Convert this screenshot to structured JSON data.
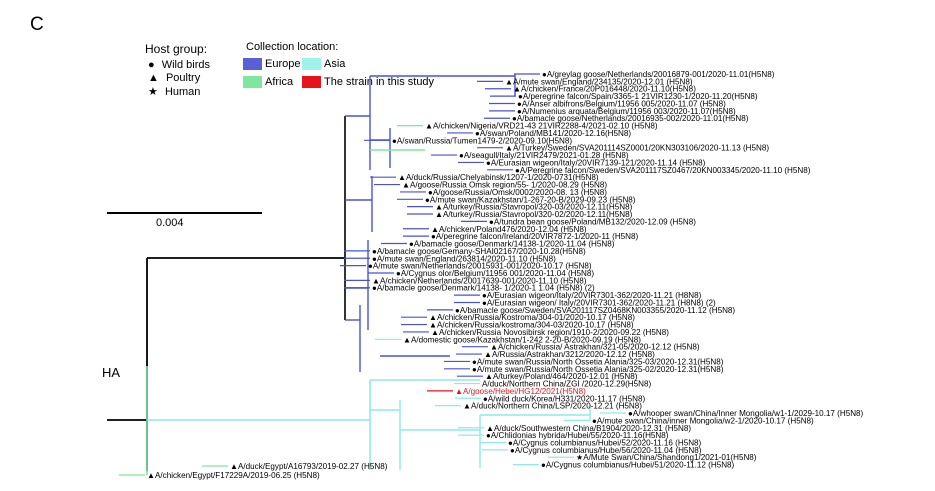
{
  "panel_letter": "C",
  "gene_label": "HA",
  "scale_bar": {
    "label": "0.004"
  },
  "legend": {
    "host_title": "Host group:",
    "hosts": [
      {
        "symbol": "●",
        "label": "Wild birds"
      },
      {
        "symbol": "▲",
        "label": "Poultry"
      },
      {
        "symbol": "★",
        "label": "Human"
      }
    ],
    "location_title": "Collection location:",
    "locations": [
      {
        "label": "Europe",
        "color": "#5a5fd8"
      },
      {
        "label": "Asia",
        "color": "#9ff2ec"
      },
      {
        "label": "Africa",
        "color": "#7fe59f"
      },
      {
        "label": "The strain in this study",
        "color": "#e8141c"
      }
    ]
  },
  "colors": {
    "europe": "#4a52d4",
    "asia": "#8fe9e4",
    "africa": "#7fe59f",
    "study": "#e8141c",
    "root": "#000000"
  },
  "leaves": [
    {
      "symbol": "●",
      "label": "A/greylag goose/Netherlands/20016879-001/2020-11.01(H5N8)",
      "clade": "europe"
    },
    {
      "symbol": "▲",
      "label": "A/mute swan/England/234135/2020-12.01 (H5N8)",
      "clade": "europe"
    },
    {
      "symbol": "▲",
      "label": "A/chicken/France/20P016448/2020-11.10(H5N8)",
      "clade": "europe"
    },
    {
      "symbol": "●",
      "label": "A/peregrine falcon/Spain/3365-1 21VIR1230-1/2020-11.20(H5N8)",
      "clade": "europe"
    },
    {
      "symbol": "●",
      "label": "A/Anser albifrons/Belgium/11956 005/2020-11.07 (H5N8)",
      "clade": "europe"
    },
    {
      "symbol": "●",
      "label": "A/Numenius arquata/Belgium/11956 003/2020-11.07(H5N8)",
      "clade": "europe"
    },
    {
      "symbol": "●",
      "label": "A/bamacle goose/Netherlands/20016935-002/2020-11.01(H5N8)",
      "clade": "europe"
    },
    {
      "symbol": "▲",
      "label": "A/chicken/Nigeria/VRD21-43 21VIR2288-4/2021-02.10 (H5N8)",
      "clade": "africa"
    },
    {
      "symbol": "●",
      "label": "A/swan/Poland/MB141/2020-12.16(H5N8)",
      "clade": "europe"
    },
    {
      "symbol": "●",
      "label": "A/swan/Russia/Tumen1479-2/2020-09.10(H5N8)",
      "clade": "europe"
    },
    {
      "symbol": "▲",
      "label": "A/Turkey/Sweden/SVA201114SZ0001/20KN303106/2020-11.13 (H5N8)",
      "clade": "europe"
    },
    {
      "symbol": "●",
      "label": "A/seagull/Italy/21VIR2479/2021-01.28 (H5N8)",
      "clade": "europe"
    },
    {
      "symbol": "●",
      "label": "A/Eurasian wigeon/Italy/20VIR7139-121/2020-11.14 (H5N8)",
      "clade": "europe"
    },
    {
      "symbol": "●",
      "label": "A/Peregrine falcon/Sweden/SVA201117SZ0467/20KN003345/2020-11.10 (H5N8)",
      "clade": "europe"
    },
    {
      "symbol": "▲",
      "label": "A/duck/Russia/Chelyabinsk/1207-1/2020-0731(H5N8)",
      "clade": "europe"
    },
    {
      "symbol": "▲",
      "label": "A/goose/Russia Omsk region/55- 1/2020-08.29 (H5N8)",
      "clade": "europe"
    },
    {
      "symbol": "●",
      "label": "A/goose/Russia/Omsk/0002/2020-08. 13 (H5N8)",
      "clade": "europe"
    },
    {
      "symbol": "●",
      "label": "A/mute swan/Kazakhstan/1-267-20-B/2029-09.23 (H5N8)",
      "clade": "europe"
    },
    {
      "symbol": "▲",
      "label": "A/turkey/Russia/Stavropol/320-03/2020-12.11(H5N8)",
      "clade": "europe"
    },
    {
      "symbol": "▲",
      "label": "A/turkey/Russia/Stavropol/320-02/2020-12.11(H5N8)",
      "clade": "europe"
    },
    {
      "symbol": "●",
      "label": "A/tundra bean goose/Poland/MB132/2020-12.09 (H5N8)",
      "clade": "europe"
    },
    {
      "symbol": "▲",
      "label": "A/chicken/Poland476/2020-12.04 (H5N8)",
      "clade": "europe"
    },
    {
      "symbol": "●",
      "label": "A/peregrine falcon/Ireland/20VIR7872-1/2020-11 (H5N8)",
      "clade": "europe"
    },
    {
      "symbol": "●",
      "label": "A/bamacle goose/Denmark/14138-1/2020-11.04 (H5N8)",
      "clade": "europe"
    },
    {
      "symbol": "●",
      "label": "A/bamacle goose/Gemany-SHAI02167/2020-10.28(H5N8)",
      "clade": "europe"
    },
    {
      "symbol": "●",
      "label": "A/mute swan/England/263814/2020-11.10 (H5N8)",
      "clade": "europe"
    },
    {
      "symbol": "●",
      "label": "A/mute swan/Netherlands/20015931-001/2020-10.17 (H5N8)",
      "clade": "europe"
    },
    {
      "symbol": "●",
      "label": "A/Cygnus olor/Belgium/11956 001/2020-11.04 (H5N8)",
      "clade": "europe"
    },
    {
      "symbol": "▲",
      "label": "A/chicken/Netherlands/20017639-001/2020-11.10 (H5N8)",
      "clade": "europe"
    },
    {
      "symbol": "●",
      "label": "A/bamacle goose/Denmark/14138- 1/2020-1 1.04 (H5N8) (2)",
      "clade": "europe"
    },
    {
      "symbol": "●",
      "label": "A/Eurasian wigeon/Italy/20VIR7301-362/2020-11.21 (H8N8)",
      "clade": "europe"
    },
    {
      "symbol": "●",
      "label": "A/Eurasian wigeon/ Italy/20VIR7301-362/2020-11.21 (H8N8) (2)",
      "clade": "europe"
    },
    {
      "symbol": "●",
      "label": "A/bamacle goose/Sweden/SVA201117SZ0468KN003355/2020-11.12 (H5N8)",
      "clade": "europe"
    },
    {
      "symbol": "▲",
      "label": "A/chicken/Russia/Kostroma/304-01/2020-10.17 (H5N8)",
      "clade": "europe"
    },
    {
      "symbol": "▲",
      "label": "A/chicken/Russia/kostroma/304-03/2020-10.17 (H5N8)",
      "clade": "europe"
    },
    {
      "symbol": "▲",
      "label": "A/chicken/Russia Novosibirsk region/1910-2/2020-09.22 (H5N8)",
      "clade": "europe"
    },
    {
      "symbol": "▲",
      "label": "A/domestic goose/Kazakhstan/1-242 2-20-B/2020-09.19 (H5N8)",
      "clade": "asia"
    },
    {
      "symbol": "▲",
      "label": "A/chicken/Russia/ Astrakhan/321-05/2020-12.12 (H5N8)",
      "clade": "europe"
    },
    {
      "symbol": "▲",
      "label": "A/Russia/Astrakhan/3212/2020-12.12 (H5N8)",
      "clade": "europe"
    },
    {
      "symbol": "●",
      "label": "A/mute swan/Russia/North Ossetia Alania/325-03/2020-12.31(H5N8)",
      "clade": "europe"
    },
    {
      "symbol": "●",
      "label": "A/mute swan/Russia/North Ossetia Alania/325-02/2020-12.31(H5N8)",
      "clade": "europe"
    },
    {
      "symbol": "▲",
      "label": "A/turkey/Poland/464/2020-12.01 (H5N8)",
      "clade": "europe"
    },
    {
      "symbol": "",
      "label": "A/duck/Northern China/ZGI /2020-12.29(H5N8)",
      "clade": "asia"
    },
    {
      "symbol": "▲",
      "label": "A/goose/Hebei/HG12/2021(H5N8)",
      "clade": "study"
    },
    {
      "symbol": "●",
      "label": "A/wild duck/Korea/H331/2020-11.17 (H5N8)",
      "clade": "asia"
    },
    {
      "symbol": "▲",
      "label": "A/duck/Northern China/LSP/2020-12.21 (H5N8)",
      "clade": "asia"
    },
    {
      "symbol": "●",
      "label": "A/whooper swan/China/Inner Mongolia/w1-1/2029-10.17 (H5N8)",
      "clade": "asia"
    },
    {
      "symbol": "●",
      "label": "A/mute swan/China/inner Mongolia/w2-1/2020-10.17 (H5N8)",
      "clade": "asia"
    },
    {
      "symbol": "▲",
      "label": "A/duck/Southwestern China/B1904/2020-12.31 (H5N8)",
      "clade": "asia"
    },
    {
      "symbol": "●",
      "label": "A/Chlidonias hybrida/Hubei/55/2020-11.16(H5N8)",
      "clade": "asia"
    },
    {
      "symbol": "●",
      "label": "A/Cygnus columbianus/Hubei/52/2020-11.16 (H5N8)",
      "clade": "asia"
    },
    {
      "symbol": "●",
      "label": "A/Cygnus columbianus/Hube/56/2020-11.04 (H5N8)",
      "clade": "asia"
    },
    {
      "symbol": "★",
      "label": "A/Mute Swan/China/Shandong1/2021-01(H5N8)",
      "clade": "asia"
    },
    {
      "symbol": "●",
      "label": "A/Cygnus columbianus/Hubei/51/2020-11.12 (H5N8)",
      "clade": "asia"
    },
    {
      "symbol": "▲",
      "label": "A/duck/Egypt/A16793/2019-02.27 (H5N8)",
      "clade": "africa"
    },
    {
      "symbol": "▲",
      "label": "A/chicken/Egypt/F17229A/2019-06.25 (H5N8)",
      "clade": "africa"
    }
  ]
}
